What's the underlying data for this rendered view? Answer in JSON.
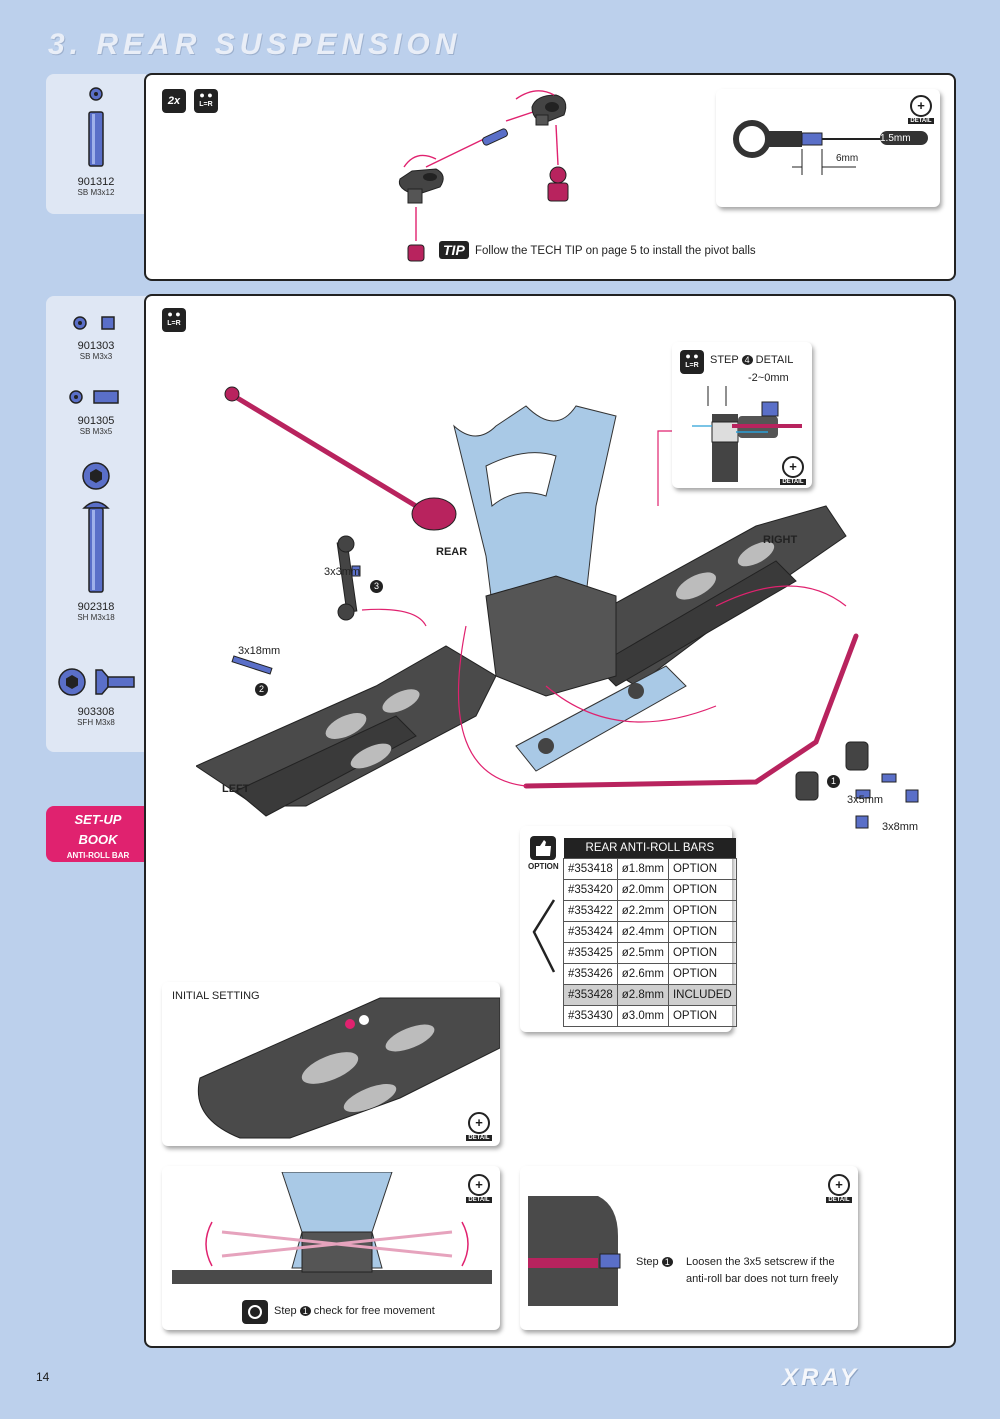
{
  "header": {
    "title": "3. REAR SUSPENSION"
  },
  "parts_top": [
    {
      "number": "901312",
      "desc": "SB M3x12"
    }
  ],
  "parts_main": [
    {
      "number": "901303",
      "desc": "SB M3x3"
    },
    {
      "number": "901305",
      "desc": "SB M3x5"
    },
    {
      "number": "902318",
      "desc": "SH M3x18"
    },
    {
      "number": "903308",
      "desc": "SFH M3x8"
    }
  ],
  "setup_book": {
    "line1": "SET-UP",
    "line2": "BOOK",
    "sub": "ANTI-ROLL BAR"
  },
  "step1": {
    "qty": "2x",
    "lr_label": "L=R",
    "tip_badge": "TIP",
    "tip_text": "Follow the TECH TIP on page 5 to install the pivot balls",
    "detail_tool": "1.5mm",
    "detail_len": "6mm"
  },
  "icons": {
    "detail_label": "DETAIL",
    "option_label": "OPTION"
  },
  "step2": {
    "lr_label": "L=R",
    "detail_title": "STEP",
    "detail_step_num": "4",
    "detail_title_suffix": "DETAIL",
    "detail_gap": "-2~0mm",
    "label_rear": "REAR",
    "label_right": "RIGHT",
    "label_left": "LEFT",
    "screw_3x3": "3x3mm",
    "screw_3x18": "3x18mm",
    "screw_3x5": "3x5mm",
    "screw_3x8": "3x8mm",
    "step_marks": [
      "1",
      "2",
      "3"
    ]
  },
  "anti_roll_table": {
    "title": "REAR ANTI-ROLL BARS",
    "rows": [
      [
        "#353418",
        "ø1.8mm",
        "OPTION"
      ],
      [
        "#353420",
        "ø2.0mm",
        "OPTION"
      ],
      [
        "#353422",
        "ø2.2mm",
        "OPTION"
      ],
      [
        "#353424",
        "ø2.4mm",
        "OPTION"
      ],
      [
        "#353425",
        "ø2.5mm",
        "OPTION"
      ],
      [
        "#353426",
        "ø2.6mm",
        "OPTION"
      ],
      [
        "#353428",
        "ø2.8mm",
        "INCLUDED"
      ],
      [
        "#353430",
        "ø3.0mm",
        "OPTION"
      ]
    ],
    "included_row": 6
  },
  "initial_setting": {
    "title": "INITIAL SETTING"
  },
  "free_movement": {
    "step_word": "Step",
    "step_num": "1",
    "text": "check for free movement"
  },
  "loosen": {
    "step_word": "Step",
    "step_num": "1",
    "text_line1": "Loosen the 3x5 setscrew if the",
    "text_line2": "anti-roll bar does not turn freely"
  },
  "footer": {
    "page_number": "14",
    "logo": "XRAY"
  },
  "colors": {
    "accent_pink": "#e0226f",
    "rod_red": "#b8235e",
    "part_blue": "#5a6fc8",
    "frame_gray": "#4a4a4a",
    "page_bg": "#bcd0ec"
  }
}
